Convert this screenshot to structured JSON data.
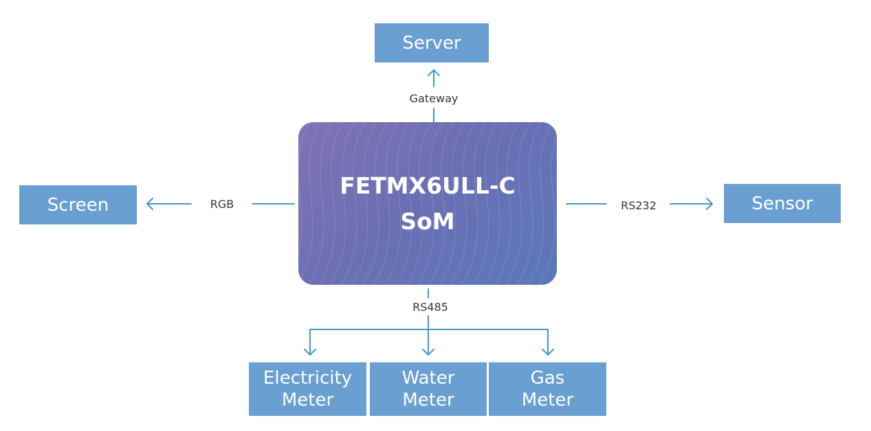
{
  "som": {
    "line1": "FETMX6ULL-C",
    "line2": "SoM"
  },
  "nodes": {
    "server": "Server",
    "screen": "Screen",
    "sensor": "Sensor",
    "electricity_meter": [
      "Electricity",
      "Meter"
    ],
    "water_meter": [
      "Water",
      "Meter"
    ],
    "gas_meter": [
      "Gas",
      "Meter"
    ]
  },
  "connections": {
    "gateway": "Gateway",
    "rgb": "RGB",
    "rs232": "RS232",
    "rs485": "RS485"
  },
  "colors": {
    "box": "#6a9fd2",
    "line": "#3f97c9",
    "label": "#333333",
    "som_gradient_start": "#8271b5",
    "som_gradient_end": "#5a78ba"
  }
}
